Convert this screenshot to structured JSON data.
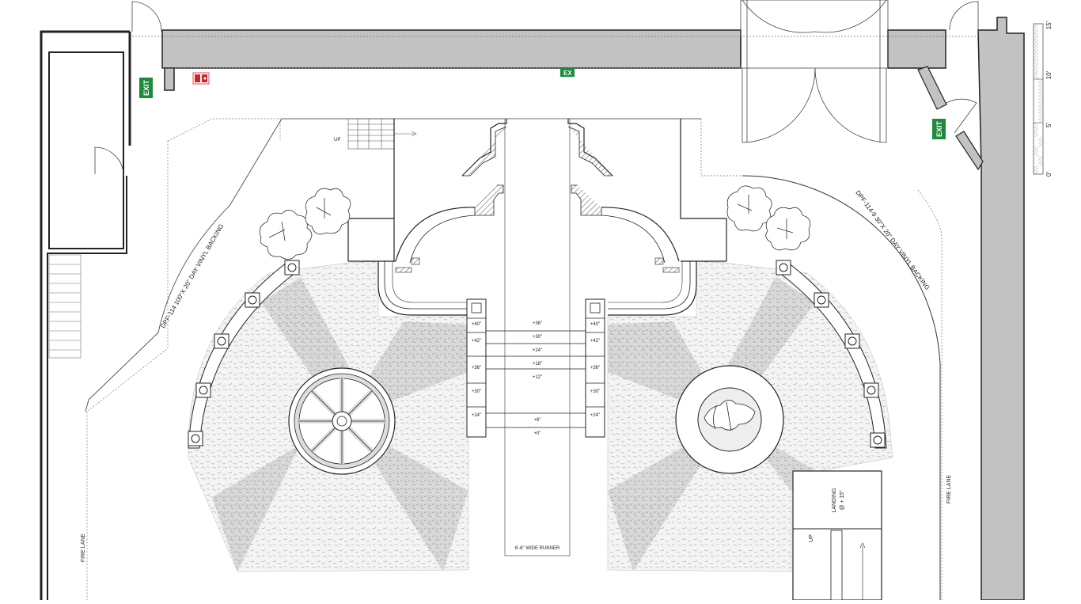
{
  "labels": {
    "exit": "EXIT",
    "exit_partial": "EX",
    "up_small": "UP",
    "banner_left": "DPF-114  100\"X 20\" DAY VINYL BACKING",
    "banner_right": "DPF-114-9  30\"X 20\" DAY VINYL BACKING",
    "fire_lane_left": "FIRE LANE",
    "fire_lane_right": "FIRE LANE",
    "runner": "6'-6\" WIDE RUNNER",
    "landing_1": "LANDING",
    "landing_2": "@ + 15\"",
    "up_ramp": "UP"
  },
  "step_heights": {
    "center": [
      "+36\"",
      "+30\"",
      "+24\"",
      "+18\"",
      "+12\"",
      "+6\"",
      "+0\""
    ],
    "left_side": [
      "+40\"",
      "+42\"",
      "+36\"",
      "+30\"",
      "+24\""
    ],
    "right_side": [
      "+40\"",
      "+42\"",
      "+36\"",
      "+30\"",
      "+24\""
    ]
  },
  "scale": {
    "ticks": [
      "0'",
      "5'",
      "10'",
      "15'"
    ]
  },
  "colors": {
    "wall": "#c2c2c2",
    "exit": "#1e8a3c",
    "fire_equipment": "#d2232a",
    "line": "#222222",
    "hatch_light": "#eeeeee",
    "hatch_dark": "#c8c8c8"
  }
}
